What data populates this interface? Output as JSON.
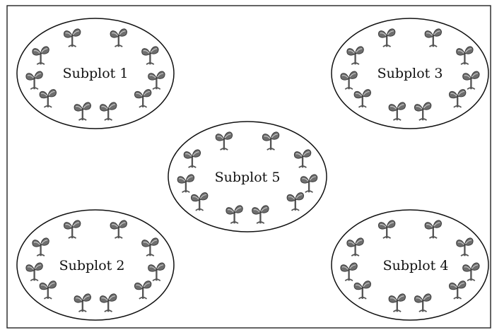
{
  "colors": {
    "line": "#111111",
    "plant_leaf": "#6e6e6e",
    "plant_leaf_shadow": "#4a4a4a",
    "background": "#ffffff"
  },
  "icon": "seedling-icon",
  "subplots": [
    {
      "id": "subplot-1",
      "label": "Subplot 1",
      "plant_count": 10
    },
    {
      "id": "subplot-3",
      "label": "Subplot 3",
      "plant_count": 10
    },
    {
      "id": "subplot-5",
      "label": "Subplot 5",
      "plant_count": 10
    },
    {
      "id": "subplot-2",
      "label": "Subplot 2",
      "plant_count": 10
    },
    {
      "id": "subplot-4",
      "label": "Subplot 4",
      "plant_count": 10
    }
  ]
}
